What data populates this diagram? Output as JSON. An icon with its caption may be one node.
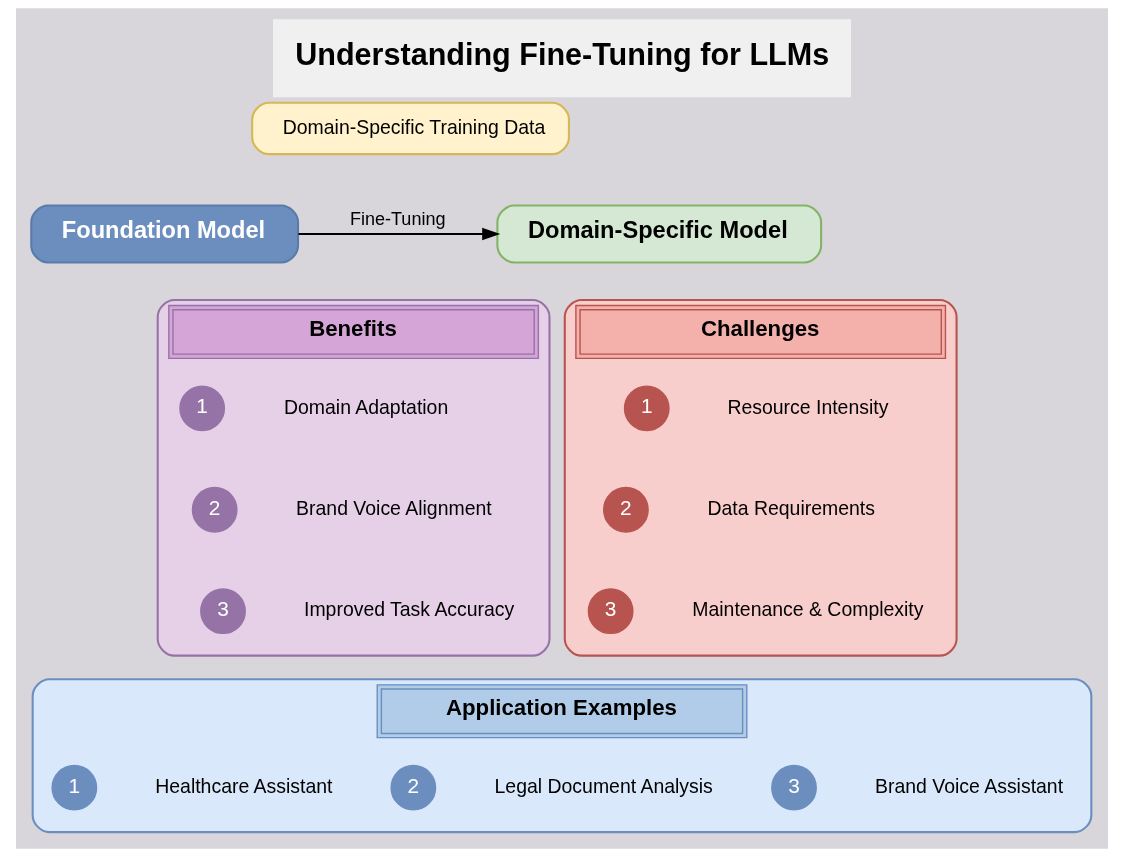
{
  "diagram": {
    "title": "Understanding Fine-Tuning for LLMs",
    "nodes": [
      {
        "text": [
          "Domain-Specific Training Data"
        ]
      },
      {
        "text": [
          "Foundation Model"
        ]
      },
      {
        "text": [
          "Domain-Specific Model"
        ]
      },
      {
        "text": [
          "Benefits"
        ]
      },
      {
        "text": [
          "1"
        ],
        "beside": [
          "Domain Adaptation"
        ],
        "in": 3
      },
      {
        "text": [
          "2"
        ],
        "beside": [
          "Brand Voice Alignment"
        ],
        "in": 3
      },
      {
        "text": [
          "3"
        ],
        "beside": [
          "Improved Task Accuracy"
        ],
        "in": 3
      },
      {
        "text": [
          "Challenges"
        ]
      },
      {
        "text": [
          "1"
        ],
        "beside": [
          "Resource Intensity"
        ],
        "in": 7
      },
      {
        "text": [
          "2"
        ],
        "beside": [
          "Data Requirements"
        ],
        "in": 7
      },
      {
        "text": [
          "3"
        ],
        "beside": [
          "Maintenance & Complexity"
        ],
        "in": 7
      },
      {
        "text": [
          "Application Examples"
        ]
      },
      {
        "text": [
          "1"
        ],
        "beside": [
          "Healthcare Assistant"
        ],
        "in": 11
      },
      {
        "text": [
          "2"
        ],
        "beside": [
          "Legal Document Analysis"
        ],
        "in": 11
      },
      {
        "text": [
          "3"
        ],
        "beside": [
          "Brand Voice Assistant"
        ],
        "in": 11
      }
    ],
    "edges": [
      {
        "from": 1,
        "to": 2,
        "arrow": "to",
        "label": "Fine-Tuning"
      }
    ]
  }
}
